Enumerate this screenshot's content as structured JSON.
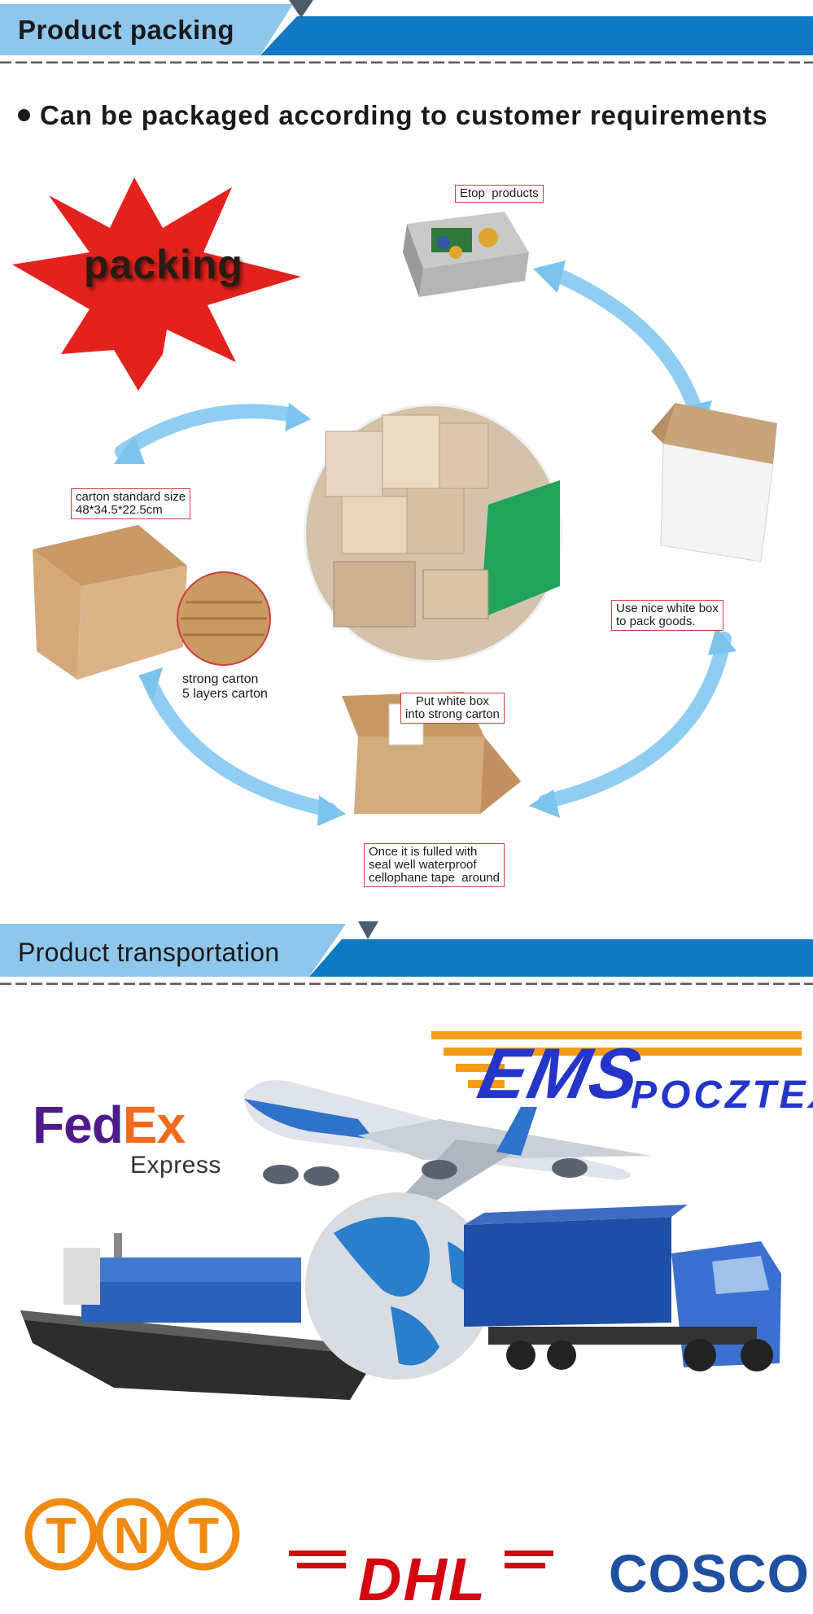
{
  "section_packing": {
    "title": "Product packing",
    "bullet": "Can be packaged according to customer requirements",
    "burst_label": "packing",
    "callouts": {
      "etop_products": "Etop  products",
      "carton_size": "carton standard size\n48*34.5*22.5cm",
      "strong_carton": "strong carton\n5 layers carton",
      "white_box": "Use nice white box\nto pack goods.",
      "put_white_box": "Put white box\ninto strong carton",
      "sealed": "Once it is fulled with\nseal well waterproof\ncellophane tape  around"
    }
  },
  "section_transport": {
    "title": "Product transportation",
    "logos": {
      "fedex_fed": "Fed",
      "fedex_ex": "Ex",
      "fedex_sub": "Express",
      "ems": "EMS",
      "pocztex": "POCZTEX",
      "tnt": [
        "T",
        "N",
        "T"
      ],
      "dhl": "DHL",
      "cosco": "COSCO"
    }
  },
  "colors": {
    "header_blue": "#0f79c6",
    "header_light": "#8fc6ec",
    "header_gray": "#4c5b6a",
    "arrow_blue": "#7cc3ee",
    "callout_border": "#d23b3b",
    "burst_red": "#e3211d",
    "ems_blue": "#2436c9",
    "ems_orange": "#f49b17",
    "tnt_orange": "#f08a10",
    "dhl_red": "#d40511",
    "dhl_yellow": "#fccc00",
    "cosco_blue": "#1f4fa0"
  }
}
